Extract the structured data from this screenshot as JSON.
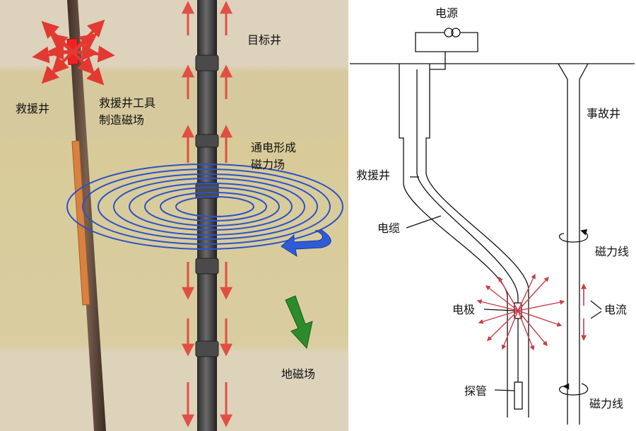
{
  "left_panel": {
    "labels": {
      "target_well": "目标井",
      "rescue_well": "救援井",
      "rescue_tool_field_1": "救援井工具",
      "rescue_tool_field_2": "制造磁场",
      "energized_field_1": "通电形成",
      "energized_field_2": "磁力场",
      "earth_field": "地磁场"
    },
    "colors": {
      "bg_top": "#ddd2bc",
      "bg_mid": "#d8cb98",
      "bg_low": "#d9cda1",
      "bg_bottom": "#ddd3bb",
      "rescue_pipe": "#5a4338",
      "target_pipe": "#3a3a3a",
      "coil": "#2d52c8",
      "current_arrow": "#e23a32",
      "earth_arrow": "#2c8c2c",
      "tool": "#ee2222",
      "casing": "#d9823f"
    }
  },
  "right_panel": {
    "labels": {
      "power_source": "电源",
      "accident_well": "事故井",
      "rescue_well": "救援井",
      "cable": "电缆",
      "field_line_upper": "磁力线",
      "field_line_lower": "磁力线",
      "electrode": "电极",
      "current": "电流",
      "probe": "探管"
    },
    "colors": {
      "line": "#111111",
      "current_arrow": "#c83c48"
    }
  }
}
